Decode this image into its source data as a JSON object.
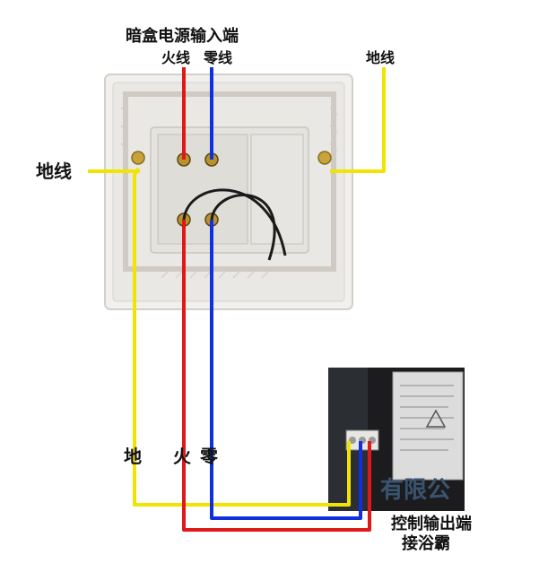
{
  "labels": {
    "junction_box_input": "暗盒电源输入端",
    "live_wire": "火线",
    "neutral_wire": "零线",
    "earth_wire_right": "地线",
    "earth_wire_left": "地线",
    "bottom_earth": "地",
    "bottom_live": "火",
    "bottom_neutral": "零",
    "control_output": "控制输出端",
    "connect_heater": "接浴霸",
    "watermark": "有限公"
  },
  "colors": {
    "live": "#e01818",
    "neutral": "#1030e0",
    "earth": "#f2e400",
    "panel": "#ecebe8",
    "panel_edge": "#cfccc6",
    "module_bg": "#1a1a1c",
    "module_label": "#dcdcdc"
  },
  "icons": [
    "switch-panel",
    "screw-terminal",
    "bath-heater-module"
  ]
}
